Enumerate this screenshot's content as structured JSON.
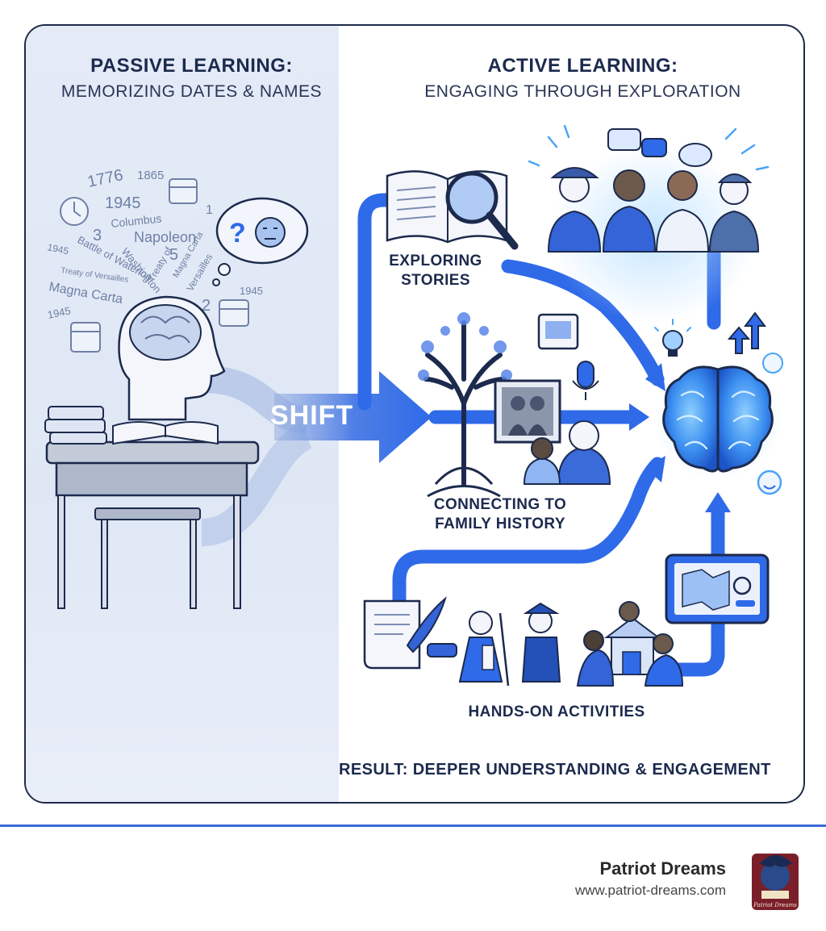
{
  "passive": {
    "title": "PASSIVE LEARNING:",
    "subtitle": "MEMORIZING DATES & NAMES",
    "floating_words": [
      {
        "text": "1776"
      },
      {
        "text": "1865"
      },
      {
        "text": "1945"
      },
      {
        "text": "1"
      },
      {
        "text": "Columbus"
      },
      {
        "text": "3"
      },
      {
        "text": "Napoleon"
      },
      {
        "text": "5"
      },
      {
        "text": "1945"
      },
      {
        "text": "Battle of Waterloo"
      },
      {
        "text": "Washington"
      },
      {
        "text": "Treaty of"
      },
      {
        "text": "Magna Carta"
      },
      {
        "text": "Versailles"
      },
      {
        "text": "Treaty of Versailles"
      },
      {
        "text": "1945"
      },
      {
        "text": "Magna Carta"
      },
      {
        "text": "2"
      },
      {
        "text": "1945"
      }
    ]
  },
  "shift_label": "SHIFT",
  "active": {
    "title": "ACTIVE LEARNING:",
    "subtitle": "ENGAGING THROUGH EXPLORATION",
    "exploring": [
      "EXPLORING",
      "STORIES"
    ],
    "family": [
      "CONNECTING TO",
      "FAMILY HISTORY"
    ],
    "hands_on": "HANDS-ON ACTIVITIES",
    "result": "RESULT: DEEPER UNDERSTANDING & ENGAGEMENT"
  },
  "brand": {
    "name": "Patriot Dreams",
    "url": "www.patriot-dreams.com",
    "logo_text": "Patriot Dreams"
  },
  "colors": {
    "accent": "#2f6ae8",
    "dark": "#1c2a4d",
    "left_bg": "#e2e9f6"
  }
}
